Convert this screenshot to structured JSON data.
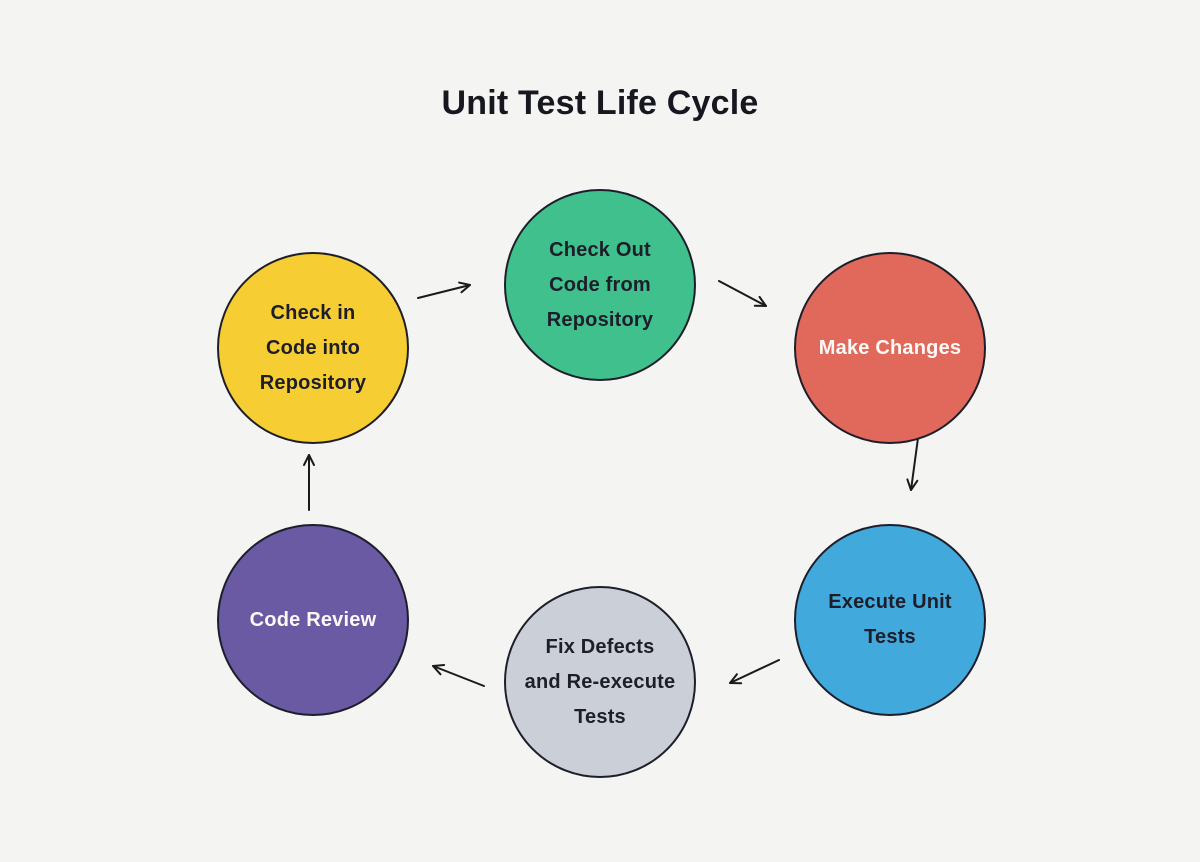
{
  "title": "Unit Test Life Cycle",
  "colors": {
    "background": "#F4F4F2",
    "circle_outline": "#1E1E2A",
    "arrow": "#1A1A1A",
    "dark_text": "#1E1E2A",
    "light_text": "#FAF9F6"
  },
  "nodes": [
    {
      "id": "check-out-code",
      "label": "Check Out\nCode from\nRepository",
      "fill": "#3FC08D",
      "text_color": "#1E1E2A",
      "position": "top-center"
    },
    {
      "id": "make-changes",
      "label": "Make Changes",
      "fill": "#E0695B",
      "text_color": "#FAF9F6",
      "position": "top-right"
    },
    {
      "id": "execute-unit-tests",
      "label": "Execute Unit\nTests",
      "fill": "#42A9DD",
      "text_color": "#1E1E2A",
      "position": "bottom-right"
    },
    {
      "id": "fix-defects",
      "label": "Fix Defects\nand Re-execute\nTests",
      "fill": "#CBD0D8",
      "text_color": "#1E1E2A",
      "position": "bottom-center"
    },
    {
      "id": "code-review",
      "label": "Code Review",
      "fill": "#6A59A3",
      "text_color": "#FAF9F6",
      "position": "bottom-left"
    },
    {
      "id": "check-in-code",
      "label": "Check in\nCode into\nRepository",
      "fill": "#F6CE33",
      "text_color": "#1E1E2A",
      "position": "top-left"
    }
  ],
  "flow_order": [
    "check-out-code",
    "make-changes",
    "execute-unit-tests",
    "fix-defects",
    "code-review",
    "check-in-code"
  ]
}
